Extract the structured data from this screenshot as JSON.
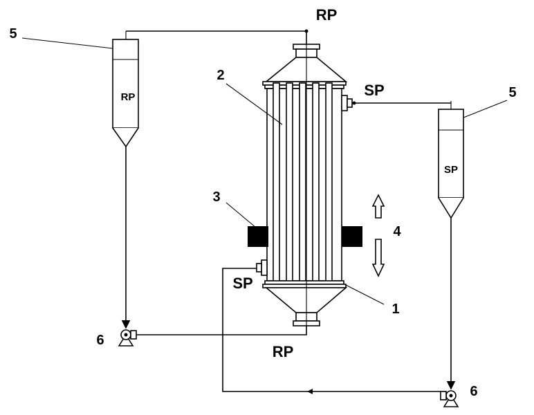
{
  "labels": {
    "rp_top": "RP",
    "rp_bottom": "RP",
    "sp_right": "SP",
    "sp_left": "SP",
    "num_1": "1",
    "num_2": "2",
    "num_3": "3",
    "num_4": "4",
    "num_5_left": "5",
    "num_5_right": "5",
    "num_6_left": "6",
    "num_6_right": "6",
    "tank_left": "RP",
    "tank_right": "SP"
  }
}
